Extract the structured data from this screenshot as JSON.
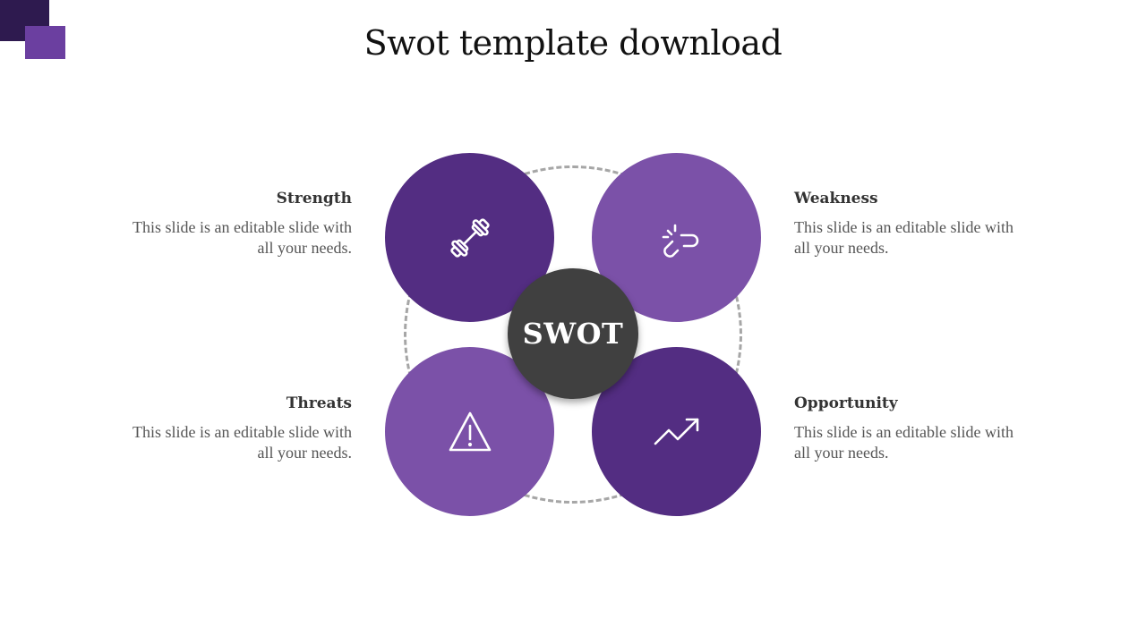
{
  "slide": {
    "title": "Swot template download",
    "center_label": "SWOT"
  },
  "colors": {
    "dark_purple": "#532d82",
    "light_purple": "#7b51a8",
    "center_gray": "#404040",
    "accent_dark": "#2e1a4f",
    "accent_light": "#6b3fa0",
    "ring_dash": "#a6a6a6"
  },
  "quadrants": [
    {
      "key": "strength",
      "heading": "Strength",
      "body_line1": "This slide is an editable slide with",
      "body_line2": "all your needs.",
      "icon": "dumbbell-icon",
      "color": "#532d82"
    },
    {
      "key": "weakness",
      "heading": "Weakness",
      "body_line1": "This slide is an editable slide with",
      "body_line2": "all your needs.",
      "icon": "broken-link-icon",
      "color": "#7b51a8"
    },
    {
      "key": "threats",
      "heading": "Threats",
      "body_line1": "This slide is an editable slide with",
      "body_line2": "all your needs.",
      "icon": "warning-icon",
      "color": "#7b51a8"
    },
    {
      "key": "opportunity",
      "heading": "Opportunity",
      "body_line1": "This slide is an editable slide with",
      "body_line2": "all your needs.",
      "icon": "trend-up-icon",
      "color": "#532d82"
    }
  ]
}
